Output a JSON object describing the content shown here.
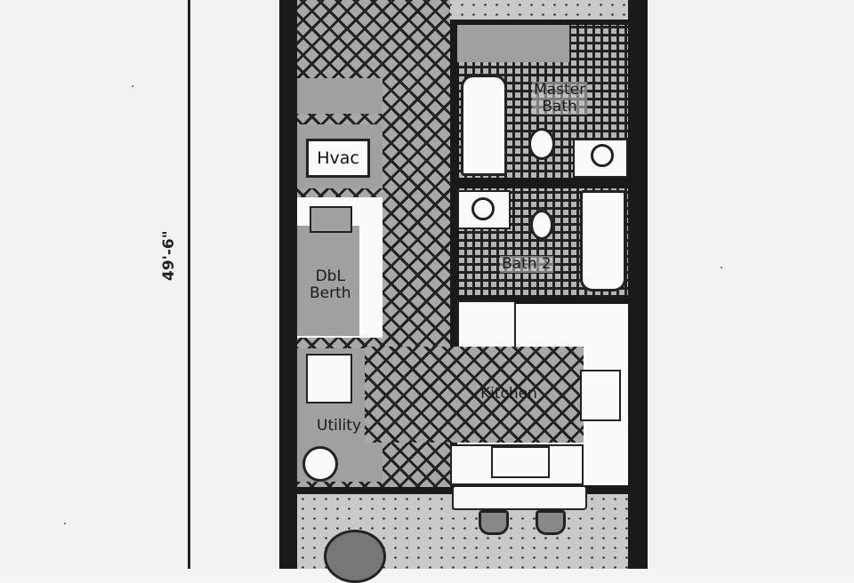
{
  "drawing": {
    "type": "floor plan",
    "dimension_label": "49'-6\""
  },
  "rooms": {
    "hvac": "Hvac",
    "master_bath": "Master Bath",
    "master_bath_line1": "Master",
    "master_bath_line2": "Bath",
    "bath2": "Bath 2",
    "dbl_berth_line1": "DbL",
    "dbl_berth_line2": "Berth",
    "kitchen": "Kitchen",
    "utility": "Utility"
  },
  "colors": {
    "wall": "#1a1a1a",
    "floor_hatch": "#a8a8a8",
    "floor_dots": "#c9c9c9",
    "fixture": "#fafafa",
    "paper": "#f2f2f2"
  }
}
